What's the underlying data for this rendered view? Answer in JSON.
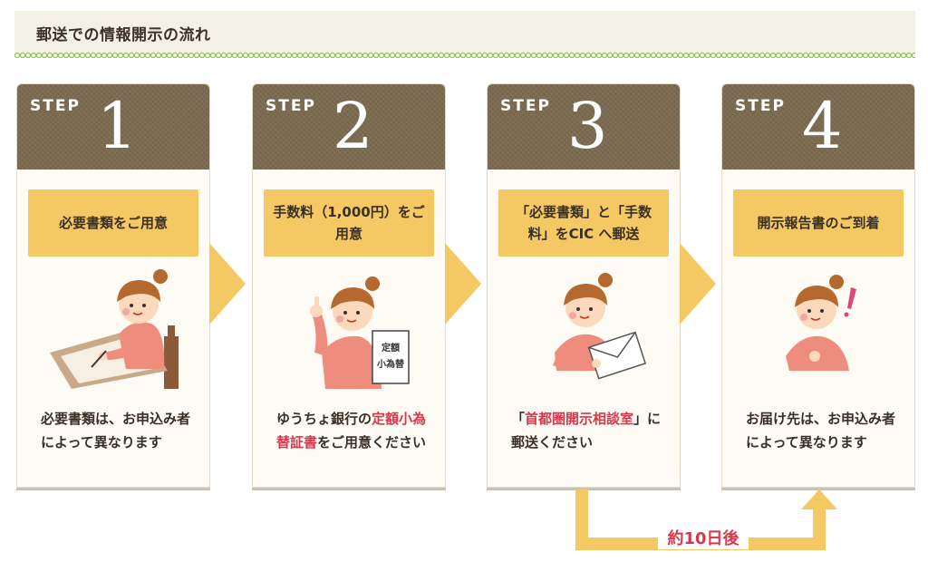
{
  "header": {
    "title": "郵送での情報開示の流れ"
  },
  "steps": [
    {
      "label": "STEP",
      "number": "1",
      "box": "必要書類をご用意",
      "desc_parts": [
        "必要書類は、お申込み者によって異なります"
      ]
    },
    {
      "label": "STEP",
      "number": "2",
      "box": "手数料（1,000円）をご用意",
      "desc_parts": [
        "ゆうちょ銀行の",
        "定額小為替証書",
        "をご用意ください"
      ],
      "sign_text": "定額小為替"
    },
    {
      "label": "STEP",
      "number": "3",
      "box": "「必要書類」と「手数料」をCIC へ郵送",
      "desc_parts": [
        "「",
        "首都圏開示相談室",
        "」に郵送ください"
      ]
    },
    {
      "label": "STEP",
      "number": "4",
      "box": "開示報告書のご到着",
      "desc_parts": [
        "お届け先は、お申込み者によって異なります"
      ]
    }
  ],
  "flow": {
    "label": "約10日後"
  },
  "colors": {
    "card_head": "#7c6a50",
    "box": "#f4c964",
    "accent_red": "#d9374b",
    "arrow": "#f4c964",
    "header_bg": "#f3f0e6"
  }
}
